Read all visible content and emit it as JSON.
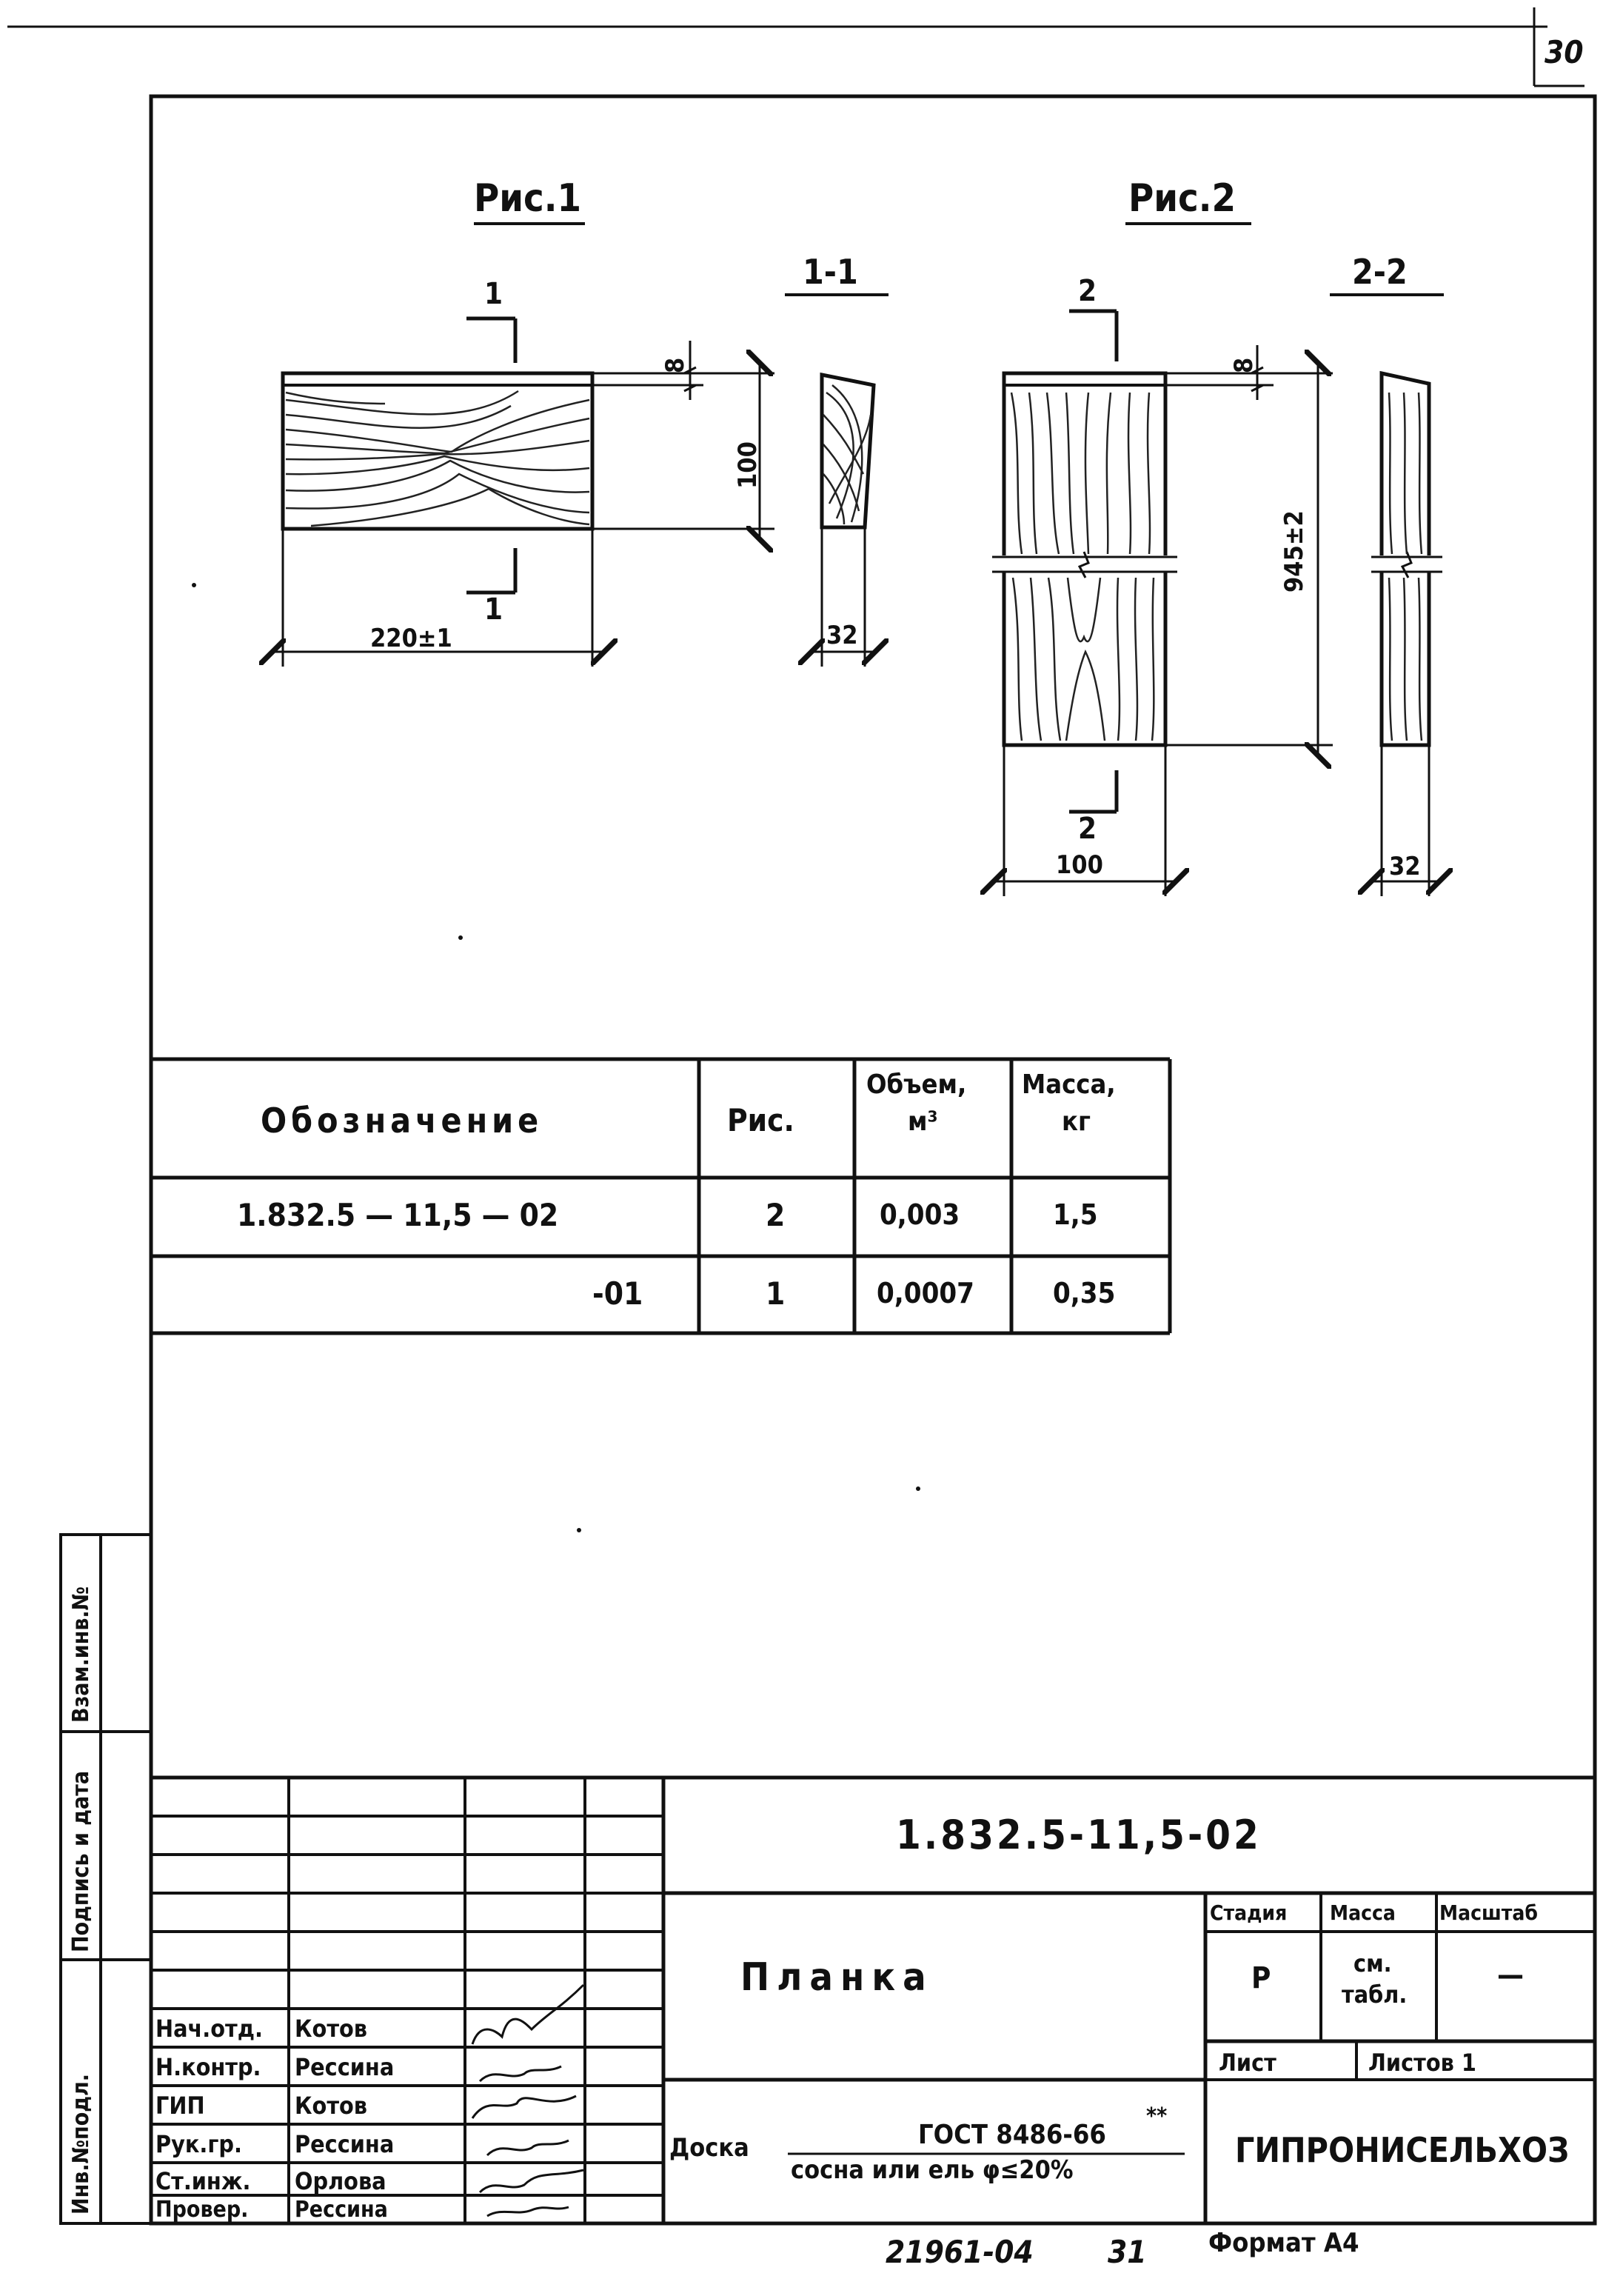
{
  "sheet_number": "30",
  "figures": {
    "fig1": {
      "title": "Рис.1",
      "section_title": "1-1",
      "section_mark": "1",
      "dim_width": "220±1",
      "dim_height": "100",
      "dim_chamfer": "8",
      "dim_thickness": "32"
    },
    "fig2": {
      "title": "Рис.2",
      "section_title": "2-2",
      "section_mark": "2",
      "dim_length": "945±2",
      "dim_width": "100",
      "dim_chamfer": "8",
      "dim_thickness": "32"
    }
  },
  "spec_table": {
    "headers": {
      "designation": "Обозначение",
      "fig": "Рис.",
      "volume_line1": "Объем,",
      "volume_line2": "м³",
      "mass_line1": "Масса,",
      "mass_line2": "кг"
    },
    "rows": [
      {
        "designation": "1.832.5 — 11,5 — 02",
        "fig": "2",
        "volume": "0,003",
        "mass": "1,5"
      },
      {
        "designation": "-01",
        "fig": "1",
        "volume": "0,0007",
        "mass": "0,35"
      }
    ]
  },
  "side_stamp": {
    "label_1": "Инв.№подл.",
    "label_2": "Подпись и дата",
    "label_3": "Взам.инв.№"
  },
  "title_block": {
    "document_code": "1.832.5-11,5-02",
    "item_name": "Планка",
    "material_label": "Доска",
    "material_standard": "ГОСТ 8486-66",
    "material_standard_mark": "**",
    "material_spec": "сосна или ель φ≤20%",
    "stage_label": "Стадия",
    "mass_label": "Масса",
    "scale_label": "Масштаб",
    "stage_value": "Р",
    "mass_value_line1": "см.",
    "mass_value_line2": "табл.",
    "scale_value": "—",
    "sheet_label": "Лист",
    "sheets_label": "Листов 1",
    "organization": "ГИПРОНИСЕЛЬХОЗ",
    "people": [
      {
        "role": "Нач.отд.",
        "name": "Котов"
      },
      {
        "role": "Н.контр.",
        "name": "Рессина"
      },
      {
        "role": "ГИП",
        "name": "Котов"
      },
      {
        "role": "Рук.гр.",
        "name": "Рессина"
      },
      {
        "role": "Ст.инж.",
        "name": "Орлова"
      },
      {
        "role": "Провер.",
        "name": "Рессина"
      }
    ]
  },
  "footer": {
    "code_1": "21961-04",
    "code_2": "31",
    "format": "Формат А4"
  }
}
